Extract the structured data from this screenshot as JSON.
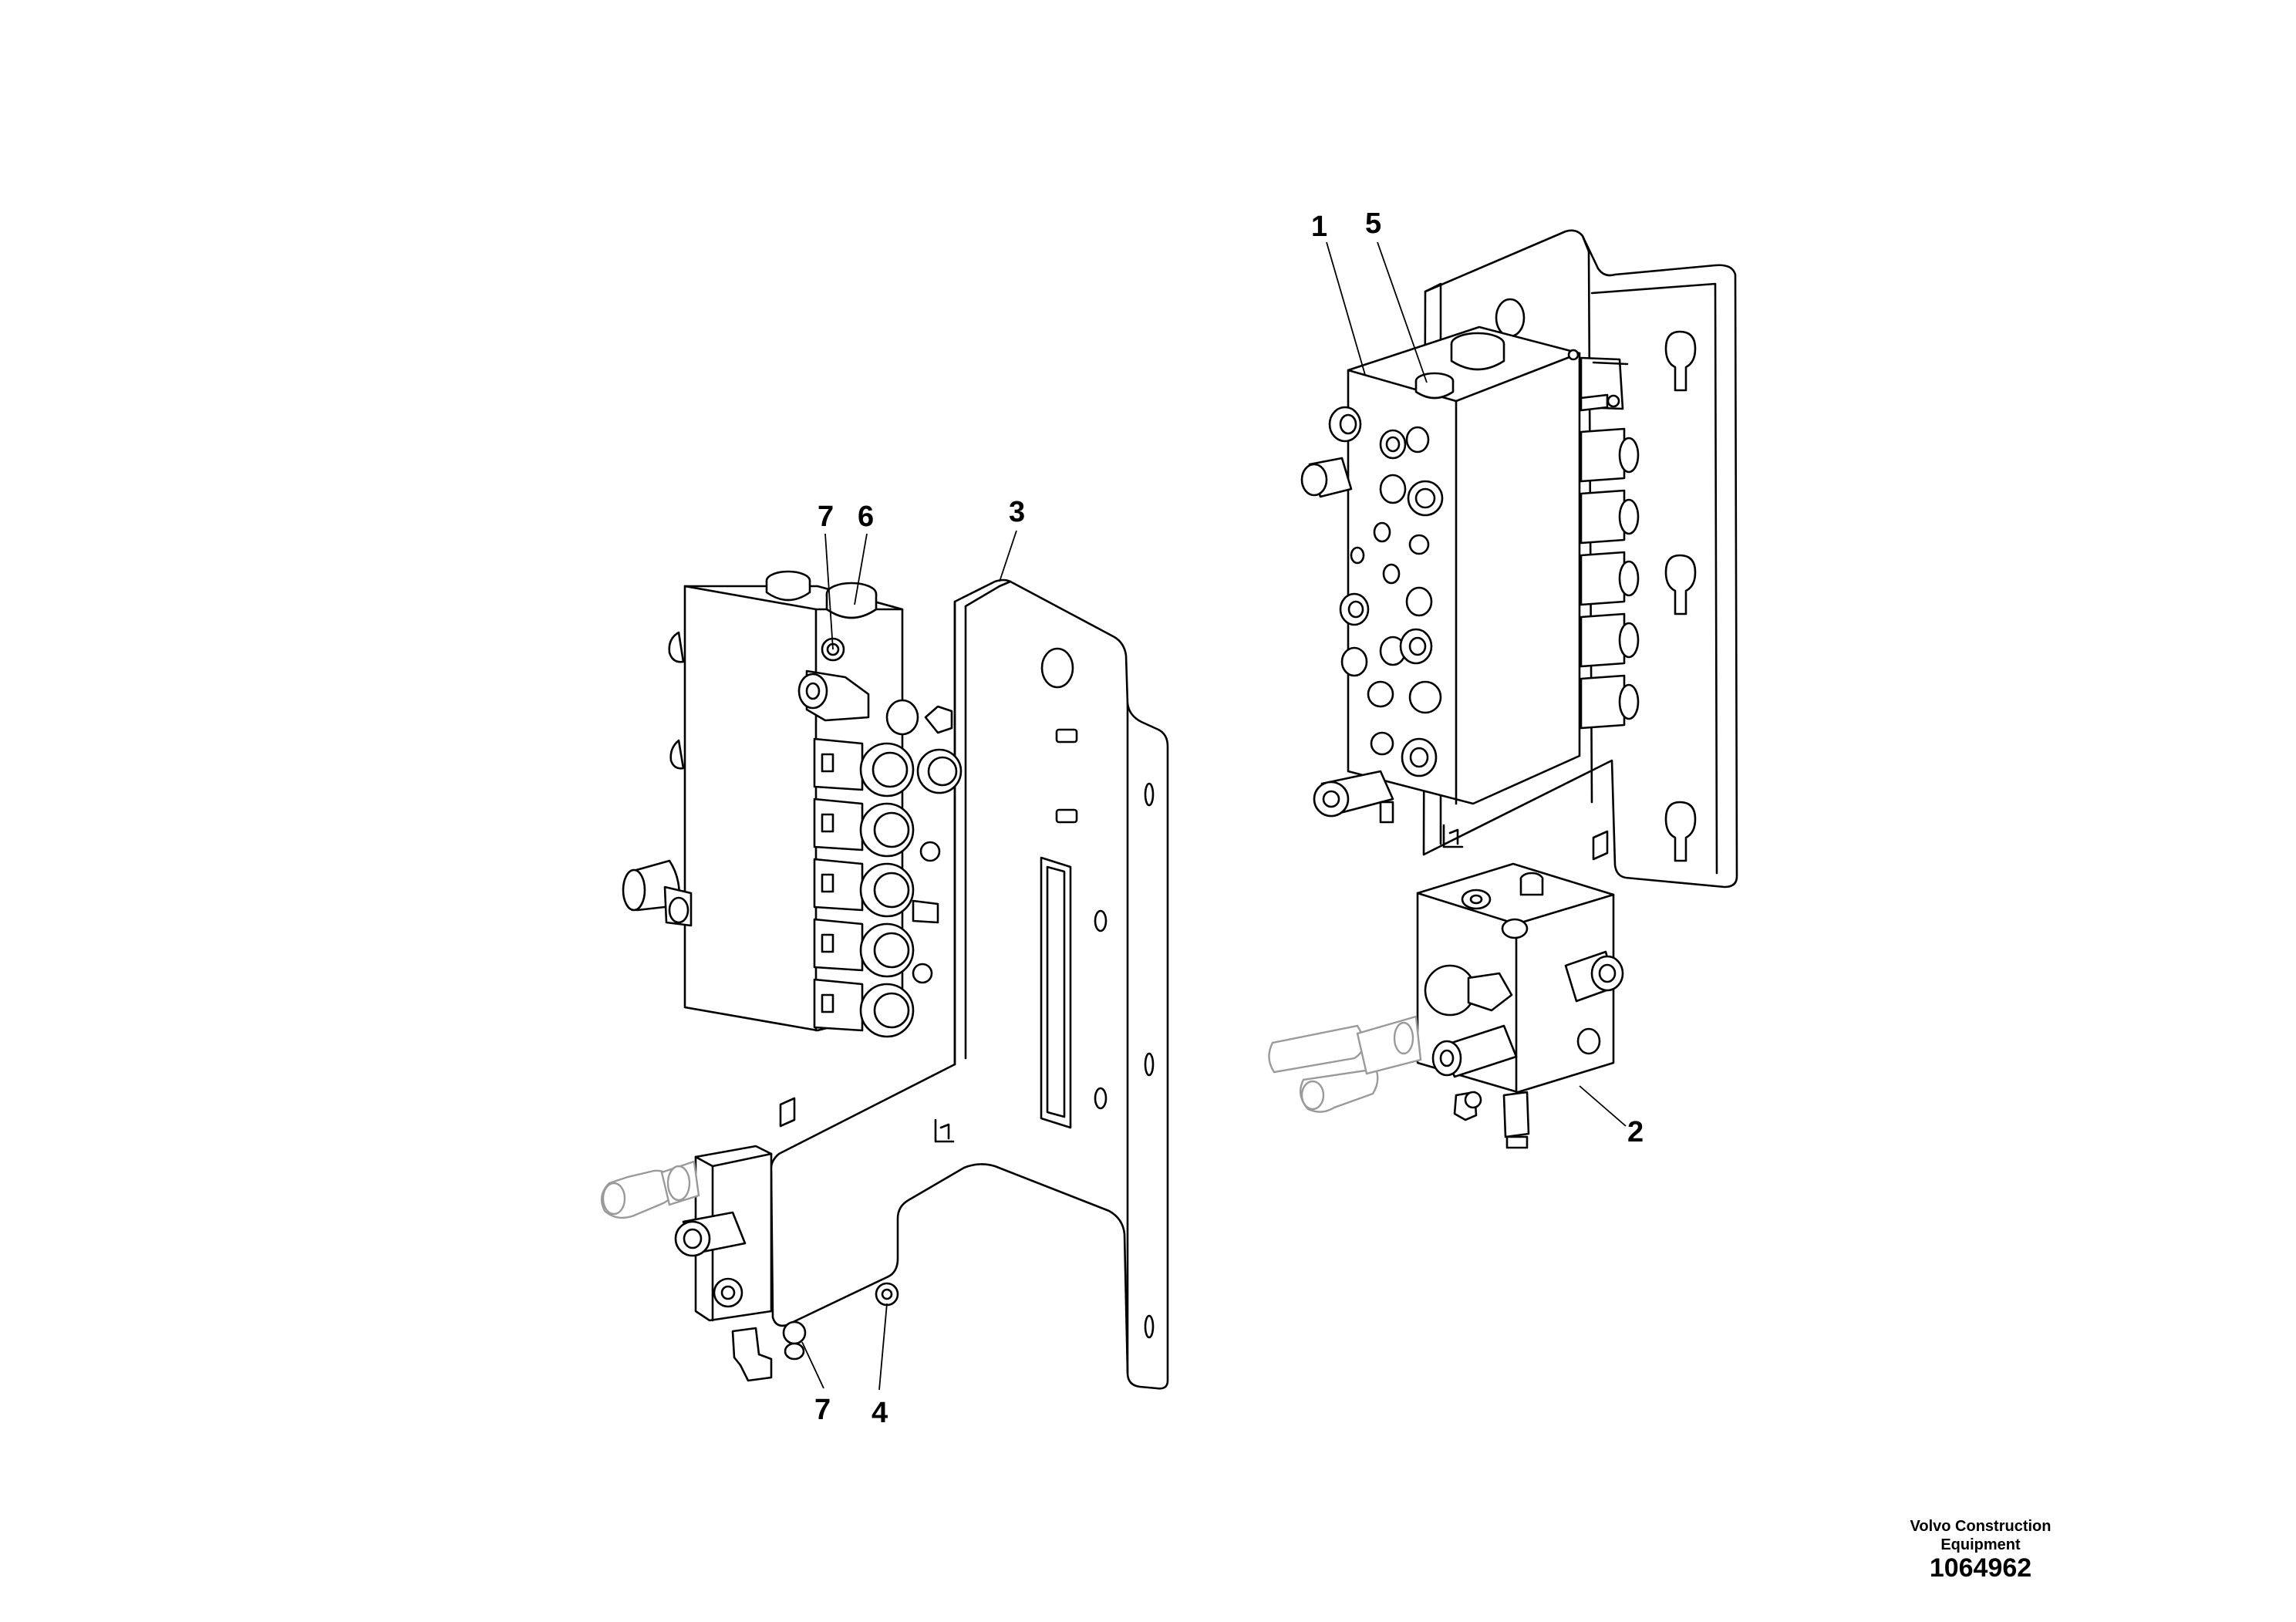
{
  "callouts": {
    "left_top_7": "7",
    "left_top_6": "6",
    "left_top_3": "3",
    "left_bottom_7": "7",
    "left_bottom_4": "4",
    "right_1": "1",
    "right_5": "5",
    "right_2": "2"
  },
  "footer": {
    "company_line1": "Volvo Construction",
    "company_line2": "Equipment",
    "document_number": "1064962"
  }
}
